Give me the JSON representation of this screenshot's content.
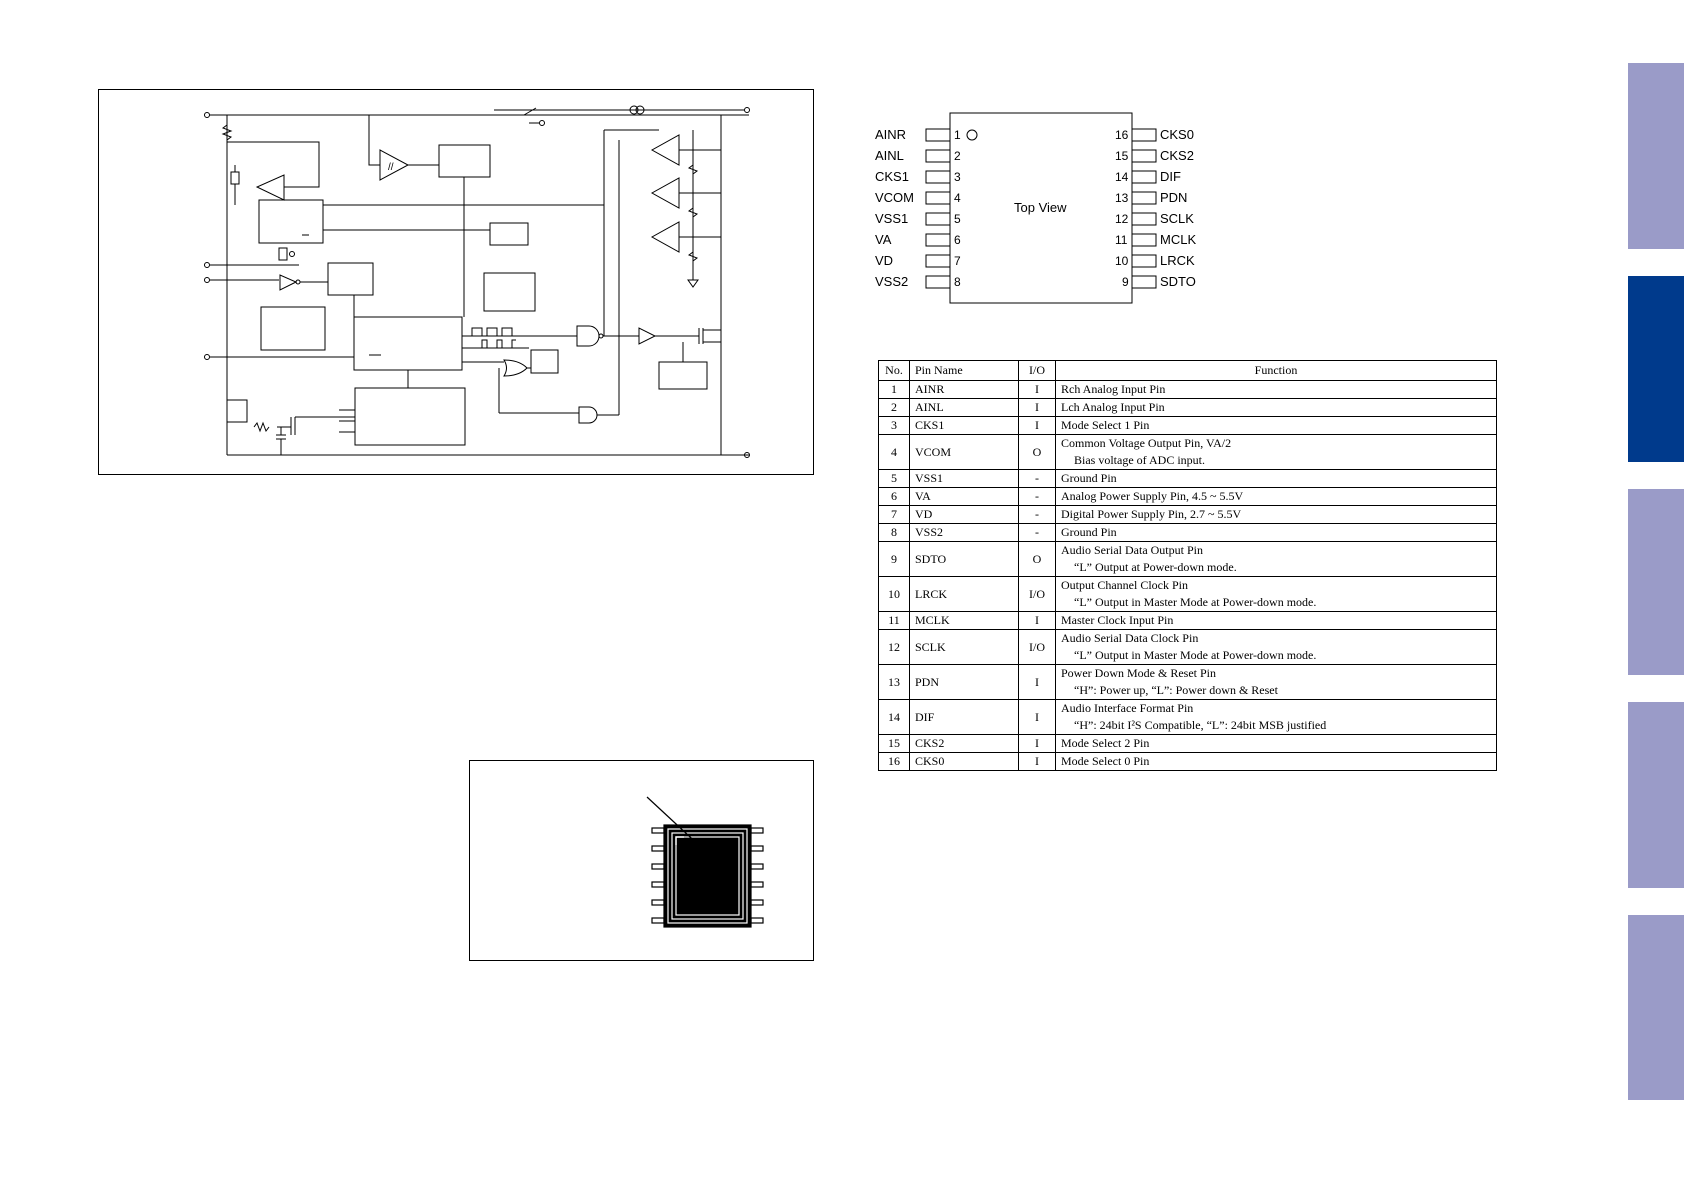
{
  "pin_layout": {
    "top_view_label": "Top View",
    "left_pins": [
      {
        "num": "1",
        "name": "AINR"
      },
      {
        "num": "2",
        "name": "AINL"
      },
      {
        "num": "3",
        "name": "CKS1"
      },
      {
        "num": "4",
        "name": "VCOM"
      },
      {
        "num": "5",
        "name": "VSS1"
      },
      {
        "num": "6",
        "name": "VA"
      },
      {
        "num": "7",
        "name": "VD"
      },
      {
        "num": "8",
        "name": "VSS2"
      }
    ],
    "right_pins": [
      {
        "num": "16",
        "name": "CKS0"
      },
      {
        "num": "15",
        "name": "CKS2"
      },
      {
        "num": "14",
        "name": "DIF"
      },
      {
        "num": "13",
        "name": "PDN"
      },
      {
        "num": "12",
        "name": "SCLK"
      },
      {
        "num": "11",
        "name": "MCLK"
      },
      {
        "num": "10",
        "name": "LRCK"
      },
      {
        "num": "9",
        "name": "SDTO"
      }
    ]
  },
  "pin_table": {
    "headers": {
      "no": "No.",
      "name": "Pin Name",
      "io": "I/O",
      "function": "Function"
    },
    "rows": [
      {
        "no": "1",
        "name": "AINR",
        "io": "I",
        "f1": "Rch Analog Input Pin",
        "f2": ""
      },
      {
        "no": "2",
        "name": "AINL",
        "io": "I",
        "f1": "Lch Analog Input Pin",
        "f2": ""
      },
      {
        "no": "3",
        "name": "CKS1",
        "io": "I",
        "f1": "Mode Select 1 Pin",
        "f2": ""
      },
      {
        "no": "4",
        "name": "VCOM",
        "io": "O",
        "f1": "Common Voltage Output Pin, VA/2",
        "f2": "Bias voltage of ADC input."
      },
      {
        "no": "5",
        "name": "VSS1",
        "io": "-",
        "f1": "Ground Pin",
        "f2": ""
      },
      {
        "no": "6",
        "name": "VA",
        "io": "-",
        "f1": "Analog Power Supply Pin, 4.5 ~ 5.5V",
        "f2": ""
      },
      {
        "no": "7",
        "name": "VD",
        "io": "-",
        "f1": "Digital Power Supply Pin, 2.7 ~ 5.5V",
        "f2": ""
      },
      {
        "no": "8",
        "name": "VSS2",
        "io": "-",
        "f1": "Ground Pin",
        "f2": ""
      },
      {
        "no": "9",
        "name": "SDTO",
        "io": "O",
        "f1": "Audio Serial Data Output Pin",
        "f2": "“L” Output at Power-down mode."
      },
      {
        "no": "10",
        "name": "LRCK",
        "io": "I/O",
        "f1": "Output Channel Clock Pin",
        "f2": "“L” Output in Master Mode at Power-down mode."
      },
      {
        "no": "11",
        "name": "MCLK",
        "io": "I",
        "f1": "Master Clock Input Pin",
        "f2": ""
      },
      {
        "no": "12",
        "name": "SCLK",
        "io": "I/O",
        "f1": "Audio Serial Data Clock Pin",
        "f2": "“L” Output in Master Mode at Power-down mode."
      },
      {
        "no": "13",
        "name": "PDN",
        "io": "I",
        "f1": "Power Down Mode & Reset Pin",
        "f2": "“H”: Power up, “L”: Power down & Reset"
      },
      {
        "no": "14",
        "name": "DIF",
        "io": "I",
        "f1": "Audio Interface Format Pin",
        "f2": "“H”: 24bit I²S Compatible,    “L”: 24bit MSB justified"
      },
      {
        "no": "15",
        "name": "CKS2",
        "io": "I",
        "f1": "Mode Select 2 Pin",
        "f2": ""
      },
      {
        "no": "16",
        "name": "CKS0",
        "io": "I",
        "f1": "Mode Select 0 Pin",
        "f2": ""
      }
    ]
  },
  "colors": {
    "tab_light": "#9a9bc8",
    "tab_active": "#003a8c"
  }
}
